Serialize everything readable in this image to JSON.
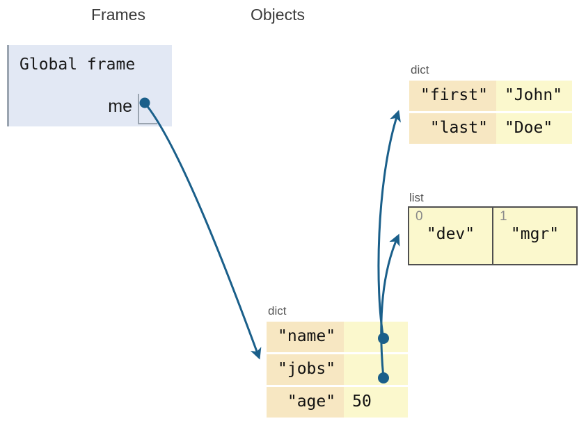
{
  "headings": {
    "frames": "Frames",
    "objects": "Objects"
  },
  "frame": {
    "title": "Global frame",
    "variables": [
      {
        "name": "me",
        "points_to": "dict-main"
      }
    ]
  },
  "objects": [
    {
      "id": "dict-name",
      "type_label": "dict",
      "kind": "dict",
      "rows": [
        {
          "key": "\"first\"",
          "value": "\"John\""
        },
        {
          "key": "\"last\"",
          "value": "\"Doe\""
        }
      ]
    },
    {
      "id": "list-jobs",
      "type_label": "list",
      "kind": "list",
      "cells": [
        {
          "index": "0",
          "value": "\"dev\""
        },
        {
          "index": "1",
          "value": "\"mgr\""
        }
      ]
    },
    {
      "id": "dict-main",
      "type_label": "dict",
      "kind": "dict",
      "rows": [
        {
          "key": "\"name\"",
          "value": "",
          "pointer": true,
          "points_to": "dict-name"
        },
        {
          "key": "\"jobs\"",
          "value": "",
          "pointer": true,
          "points_to": "list-jobs"
        },
        {
          "key": "\"age\"",
          "value": "50",
          "pointer": false
        }
      ]
    }
  ],
  "colors": {
    "frame_background": "#e2e8f4",
    "frame_border": "#9aa4b0",
    "dict_key_cell": "#f7e7c2",
    "dict_value_cell": "#fbf8cd",
    "list_border": "#4f4f4f",
    "pointer_arrow": "#1a5f8a",
    "type_label_text": "#555555",
    "index_label_text": "#8a8a8a"
  }
}
